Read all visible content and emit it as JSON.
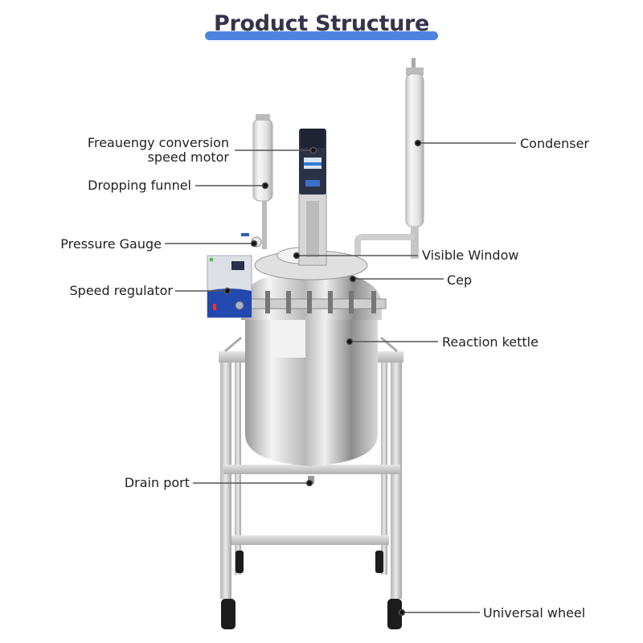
{
  "header": {
    "title": "Product Structure",
    "accent_color": "#4f83e0",
    "title_color": "#34344a"
  },
  "labels": {
    "motor": {
      "line1": "Freauengy conversion",
      "line2": "speed motor"
    },
    "dropping_funnel": "Dropping funnel",
    "pressure_gauge": "Pressure Gauge",
    "speed_regulator": "Speed regulator",
    "condenser": "Condenser",
    "visible_window": "Visible Window",
    "cep": "Cep",
    "reaction_kettle": "Reaction kettle",
    "drain_port": "Drain port",
    "universal_wheel": "Universal wheel"
  }
}
